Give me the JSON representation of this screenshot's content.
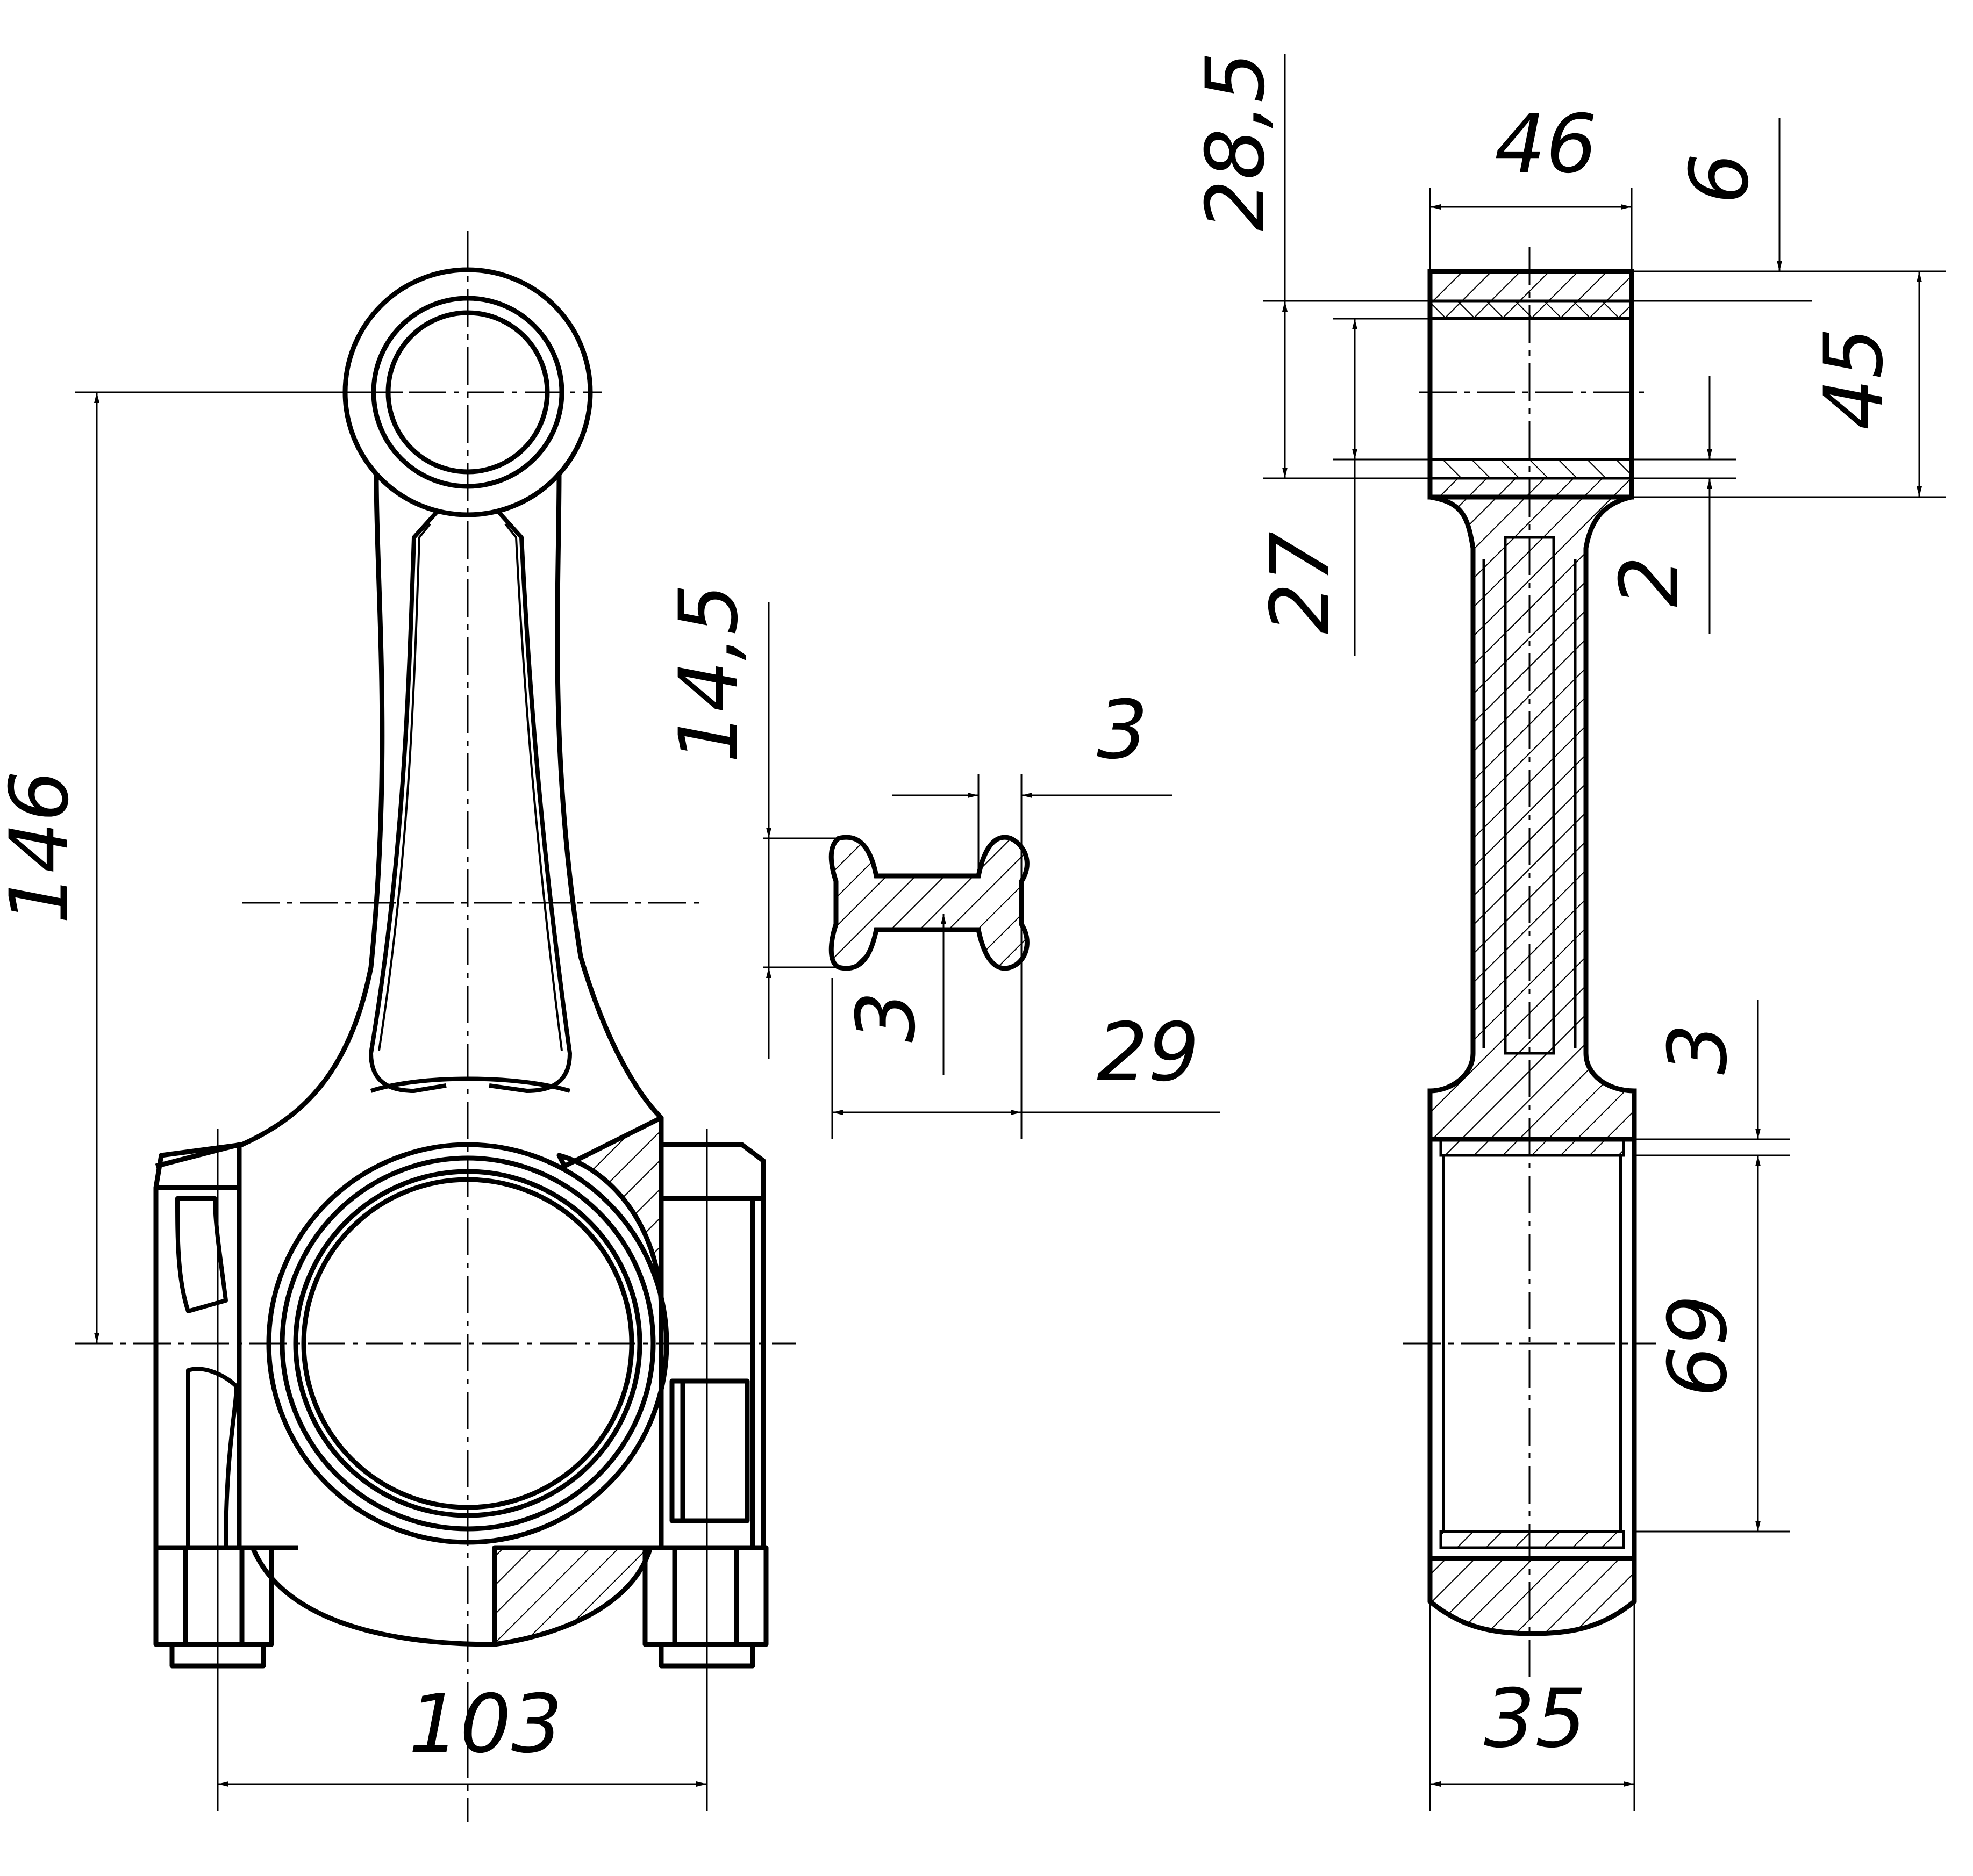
{
  "title": "",
  "diagram": {
    "front_view": {
      "center_distance": "146",
      "bolt_spacing": "103"
    },
    "i_beam_section": {
      "height": "14,5",
      "flange_thickness": "3",
      "web_thickness": "3",
      "width": "29"
    },
    "side_view": {
      "small_end_width": "46",
      "small_end_outer_height": "45",
      "small_end_offset": "28,5",
      "bushing_thickness": "6",
      "small_end_bore": "27",
      "small_end_bushing_gap": "2",
      "big_end_shell": "3",
      "big_end_bore": "69",
      "big_end_width": "35"
    }
  }
}
